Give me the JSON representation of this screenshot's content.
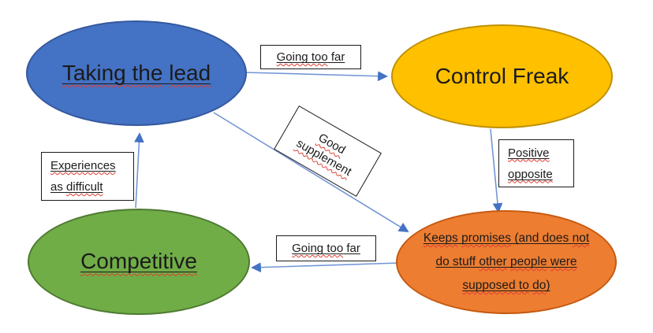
{
  "colors": {
    "arrow": "#7396d6",
    "arrowhead": "#4472c4",
    "squiggle": "#e03c31",
    "box_border": "#1a1a1a",
    "blue_fill": "#4472c4",
    "blue_border": "#35589e",
    "yellow_fill": "#ffc000",
    "yellow_border": "#bf9000",
    "green_fill": "#70ad47",
    "green_border": "#4e7a31",
    "orange_fill": "#ed7d31",
    "orange_border": "#c55a11"
  },
  "nodes": {
    "taking_the_lead": {
      "name": "Taking the lead",
      "parts": [
        {
          "text": "Taking the",
          "squiggle": true
        },
        {
          "text": " ",
          "squiggle": false
        },
        {
          "text": "lead",
          "squiggle": true
        }
      ]
    },
    "control_freak": {
      "name": "Control Freak",
      "parts": [
        {
          "text": "Control Freak",
          "squiggle": false
        }
      ]
    },
    "competitive": {
      "name": "Competitive",
      "parts": [
        {
          "text": "Competitive",
          "squiggle": true
        }
      ]
    },
    "keeps_promises": {
      "name": "Keeps promises (and does not do stuff other people were supposed to do)",
      "lines": [
        [
          {
            "text": "Keeps",
            "squiggle": true
          },
          {
            "text": " ",
            "squiggle": false
          },
          {
            "text": "promises",
            "squiggle": true
          },
          {
            "text": " (and does ",
            "squiggle": false
          },
          {
            "text": "not",
            "squiggle": true
          }
        ],
        [
          {
            "text": "do stuff ",
            "squiggle": false
          },
          {
            "text": "other",
            "squiggle": true
          },
          {
            "text": " ",
            "squiggle": false
          },
          {
            "text": "people",
            "squiggle": true
          },
          {
            "text": " ",
            "squiggle": false
          },
          {
            "text": "were",
            "squiggle": true
          }
        ],
        [
          {
            "text": "supposed to",
            "squiggle": true
          },
          {
            "text": " ",
            "squiggle": false
          },
          {
            "text": "do",
            "squiggle": true
          },
          {
            "text": ")",
            "squiggle": false
          }
        ]
      ]
    }
  },
  "edge_labels": {
    "going_too_far_top": {
      "parts": [
        {
          "text": "Going too",
          "squiggle": true
        },
        {
          "text": " far",
          "squiggle": false
        }
      ]
    },
    "good_supplement": {
      "lines": [
        [
          {
            "text": "Good",
            "squiggle": true
          }
        ],
        [
          {
            "text": "supplement",
            "squiggle": true
          }
        ]
      ]
    },
    "experiences_as_difficult": {
      "lines": [
        [
          {
            "text": "Experiences",
            "squiggle": true
          }
        ],
        [
          {
            "text": "as ",
            "squiggle": false
          },
          {
            "text": "difficult",
            "squiggle": true
          }
        ]
      ]
    },
    "positive_opposite": {
      "lines": [
        [
          {
            "text": "Positive",
            "squiggle": true
          }
        ],
        [
          {
            "text": "opposite",
            "squiggle": true
          }
        ]
      ]
    },
    "going_too_far_bottom": {
      "parts": [
        {
          "text": "Going too",
          "squiggle": true
        },
        {
          "text": " far",
          "squiggle": false
        }
      ]
    }
  },
  "edges": [
    {
      "from": "Taking the lead",
      "to": "Control Freak",
      "label": "Going too far"
    },
    {
      "from": "Taking the lead",
      "to": "Keeps promises (and does not do stuff other people were supposed to do)",
      "label": "Good supplement"
    },
    {
      "from": "Competitive",
      "to": "Taking the lead",
      "label": "Experiences as difficult"
    },
    {
      "from": "Control Freak",
      "to": "Keeps promises (and does not do stuff other people were supposed to do)",
      "label": "Positive opposite"
    },
    {
      "from": "Keeps promises (and does not do stuff other people were supposed to do)",
      "to": "Competitive",
      "label": "Going too far"
    }
  ]
}
